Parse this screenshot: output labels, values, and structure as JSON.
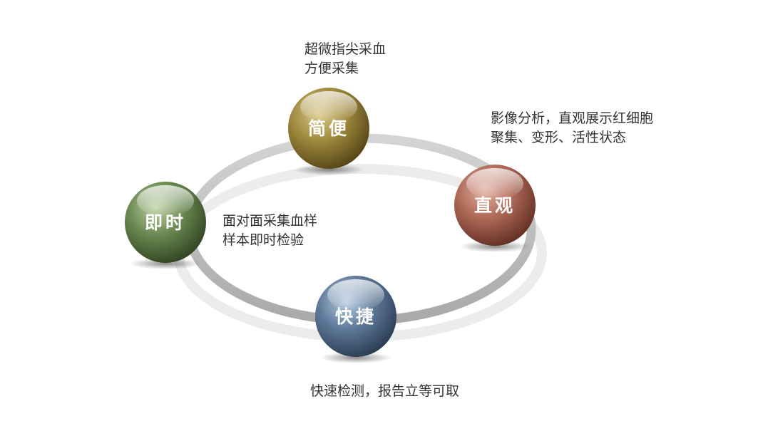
{
  "nodes": [
    {
      "id": "jianbian",
      "label": "简便",
      "color": "#a08a3e",
      "lines": [
        "超微指尖采血",
        "方便采集"
      ]
    },
    {
      "id": "zhiguan",
      "label": "直观",
      "color": "#b06a58",
      "lines": [
        "影像分析，直观展示红细胞",
        "聚集、变形、活性状态"
      ]
    },
    {
      "id": "kuaijie",
      "label": "快捷",
      "color": "#5f7a9a",
      "lines": [
        "快速检测，报告立等可取"
      ]
    },
    {
      "id": "jishi",
      "label": "即时",
      "color": "#6a8a52",
      "lines": [
        "面对面采集血样",
        "样本即时检验"
      ]
    }
  ]
}
